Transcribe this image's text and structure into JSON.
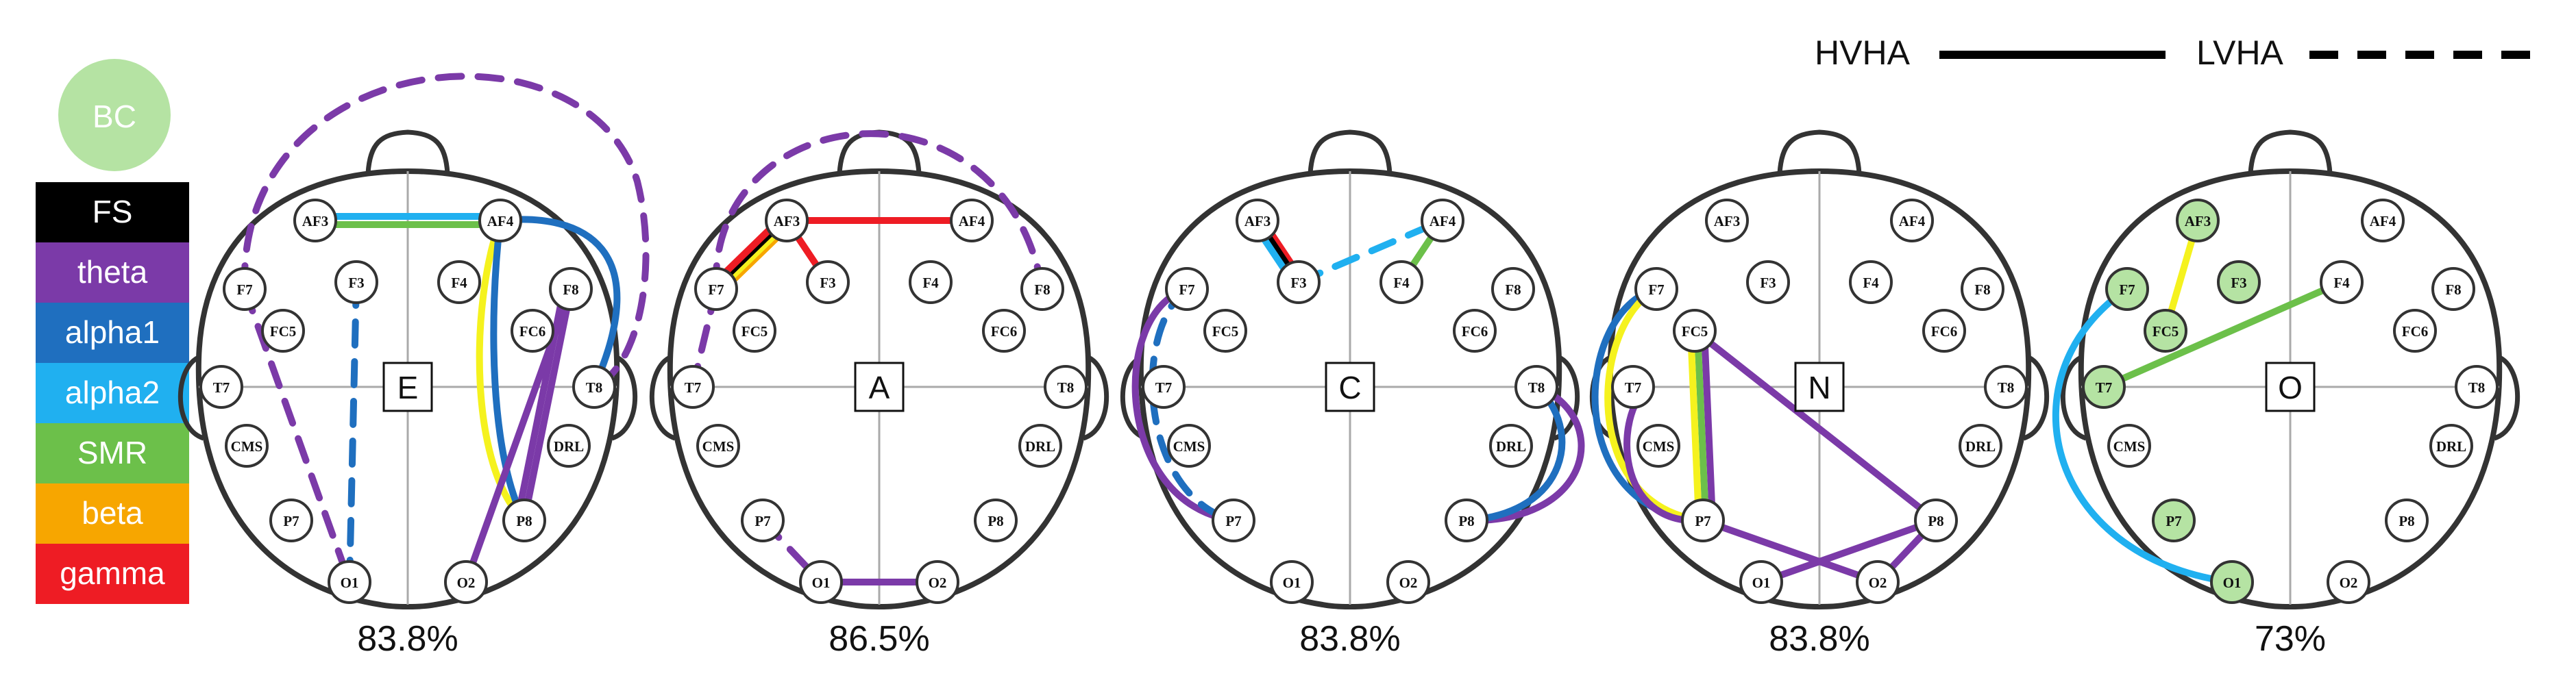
{
  "legend": {
    "bc_label": "BC",
    "bands": [
      {
        "key": "fs",
        "label": "FS",
        "color": "#000000"
      },
      {
        "key": "theta",
        "label": "theta",
        "color": "#7b3aa8"
      },
      {
        "key": "alpha1",
        "label": "alpha1",
        "color": "#1f6fbf"
      },
      {
        "key": "alpha2",
        "label": "alpha2",
        "color": "#20b0f0"
      },
      {
        "key": "smr",
        "label": "SMR",
        "color": "#6cc04a"
      },
      {
        "key": "beta",
        "label": "beta",
        "color": "#f7a600"
      },
      {
        "key": "gamma",
        "label": "gamma",
        "color": "#ee1c24"
      }
    ],
    "yellow": "#f5f21e",
    "bc_color": "#b5e3a3",
    "line_styles": [
      {
        "label": "HVHA",
        "style": "solid"
      },
      {
        "label": "LVHA",
        "style": "dashed"
      }
    ]
  },
  "heads": [
    {
      "id": "E",
      "label": "E",
      "accuracy": "83.8%",
      "highlight": [],
      "connections": [
        {
          "from": "AF3",
          "to": "AF4",
          "color": "alpha2",
          "style": "solid",
          "offset": -6
        },
        {
          "from": "AF3",
          "to": "AF4",
          "color": "smr",
          "style": "solid",
          "offset": 6
        },
        {
          "from": "AF4",
          "to": "T8",
          "color": "alpha1",
          "style": "solid",
          "curve": 1
        },
        {
          "from": "AF4",
          "to": "P8",
          "color": "yellow",
          "style": "solid",
          "curve": 2
        },
        {
          "from": "AF4",
          "to": "P8",
          "color": "alpha1",
          "style": "solid",
          "curve": 3
        },
        {
          "from": "F8",
          "to": "P8",
          "color": "theta",
          "style": "solid",
          "offset": 0
        },
        {
          "from": "F8",
          "to": "P8",
          "color": "theta",
          "style": "solid",
          "offset": 10
        },
        {
          "from": "F8",
          "to": "O2",
          "color": "theta",
          "style": "solid",
          "offset": 0
        },
        {
          "from": "F7",
          "to": "O1",
          "color": "theta",
          "style": "dashed",
          "offset": 0
        },
        {
          "from": "F3",
          "to": "O1",
          "color": "alpha1",
          "style": "dashed",
          "offset": 0
        },
        {
          "from": "F7",
          "to": "T8",
          "color": "theta",
          "style": "dashed",
          "curve": 4
        }
      ]
    },
    {
      "id": "A",
      "label": "A",
      "accuracy": "86.5%",
      "highlight": [],
      "connections": [
        {
          "from": "AF3",
          "to": "AF4",
          "color": "gamma",
          "style": "solid",
          "offset": 0
        },
        {
          "from": "AF3",
          "to": "F7",
          "color": "beta",
          "style": "solid",
          "offset": -8
        },
        {
          "from": "AF3",
          "to": "F7",
          "color": "yellow",
          "style": "solid",
          "offset": -3
        },
        {
          "from": "AF3",
          "to": "F7",
          "color": "fs",
          "style": "solid",
          "offset": 3
        },
        {
          "from": "AF3",
          "to": "F7",
          "color": "gamma",
          "style": "solid",
          "offset": 8
        },
        {
          "from": "AF3",
          "to": "F3",
          "color": "gamma",
          "style": "solid",
          "offset": 0
        },
        {
          "from": "F7",
          "to": "T7",
          "color": "theta",
          "style": "dashed",
          "offset": 0
        },
        {
          "from": "P7",
          "to": "O1",
          "color": "theta",
          "style": "dashed",
          "offset": 0
        },
        {
          "from": "O1",
          "to": "O2",
          "color": "theta",
          "style": "solid",
          "offset": 0
        },
        {
          "from": "F7",
          "to": "F8",
          "color": "theta",
          "style": "dashed",
          "curve": 5
        }
      ]
    },
    {
      "id": "C",
      "label": "C",
      "accuracy": "83.8%",
      "highlight": [],
      "connections": [
        {
          "from": "AF3",
          "to": "F3",
          "color": "gamma",
          "style": "solid",
          "offset": -6
        },
        {
          "from": "AF3",
          "to": "F3",
          "color": "fs",
          "style": "solid",
          "offset": 0
        },
        {
          "from": "AF3",
          "to": "F3",
          "color": "alpha2",
          "style": "solid",
          "offset": 7
        },
        {
          "from": "F3",
          "to": "AF4",
          "color": "alpha2",
          "style": "dashed",
          "offset": 0
        },
        {
          "from": "AF4",
          "to": "F4",
          "color": "smr",
          "style": "solid",
          "offset": 0
        },
        {
          "from": "F7",
          "to": "P7",
          "color": "theta",
          "style": "solid",
          "curve": 6
        },
        {
          "from": "F7",
          "to": "P7",
          "color": "alpha1",
          "style": "dashed",
          "curve": 7
        },
        {
          "from": "T8",
          "to": "P8",
          "color": "theta",
          "style": "solid",
          "curve": 8
        },
        {
          "from": "T8",
          "to": "P8",
          "color": "alpha1",
          "style": "solid",
          "curve": 9
        }
      ]
    },
    {
      "id": "N",
      "label": "N",
      "accuracy": "83.8%",
      "highlight": [],
      "connections": [
        {
          "from": "F7",
          "to": "P7",
          "color": "alpha1",
          "style": "solid",
          "curve": 10
        },
        {
          "from": "F7",
          "to": "P7",
          "color": "yellow",
          "style": "solid",
          "curve": 11
        },
        {
          "from": "FC5",
          "to": "P7",
          "color": "theta",
          "style": "solid",
          "offset": -14
        },
        {
          "from": "FC5",
          "to": "P7",
          "color": "smr",
          "style": "solid",
          "offset": -4
        },
        {
          "from": "FC5",
          "to": "P7",
          "color": "yellow",
          "style": "solid",
          "offset": 6
        },
        {
          "from": "T7",
          "to": "P7",
          "color": "theta",
          "style": "solid",
          "curve": 12
        },
        {
          "from": "FC5",
          "to": "P8",
          "color": "theta",
          "style": "solid",
          "offset": 0
        },
        {
          "from": "P7",
          "to": "O2",
          "color": "theta",
          "style": "solid",
          "offset": 0
        },
        {
          "from": "O1",
          "to": "P8",
          "color": "theta",
          "style": "solid",
          "offset": 0
        },
        {
          "from": "O2",
          "to": "P8",
          "color": "theta",
          "style": "solid",
          "offset": 0
        }
      ]
    },
    {
      "id": "O",
      "label": "O",
      "accuracy": "73%",
      "highlight": [
        "AF3",
        "F7",
        "F3",
        "FC5",
        "T7",
        "P7",
        "O1"
      ],
      "connections": [
        {
          "from": "AF3",
          "to": "FC5",
          "color": "yellow",
          "style": "solid",
          "offset": 0
        },
        {
          "from": "T7",
          "to": "F4",
          "color": "smr",
          "style": "solid",
          "offset": 0
        },
        {
          "from": "F7",
          "to": "O1",
          "color": "alpha2",
          "style": "solid",
          "curve": 13
        }
      ]
    }
  ]
}
